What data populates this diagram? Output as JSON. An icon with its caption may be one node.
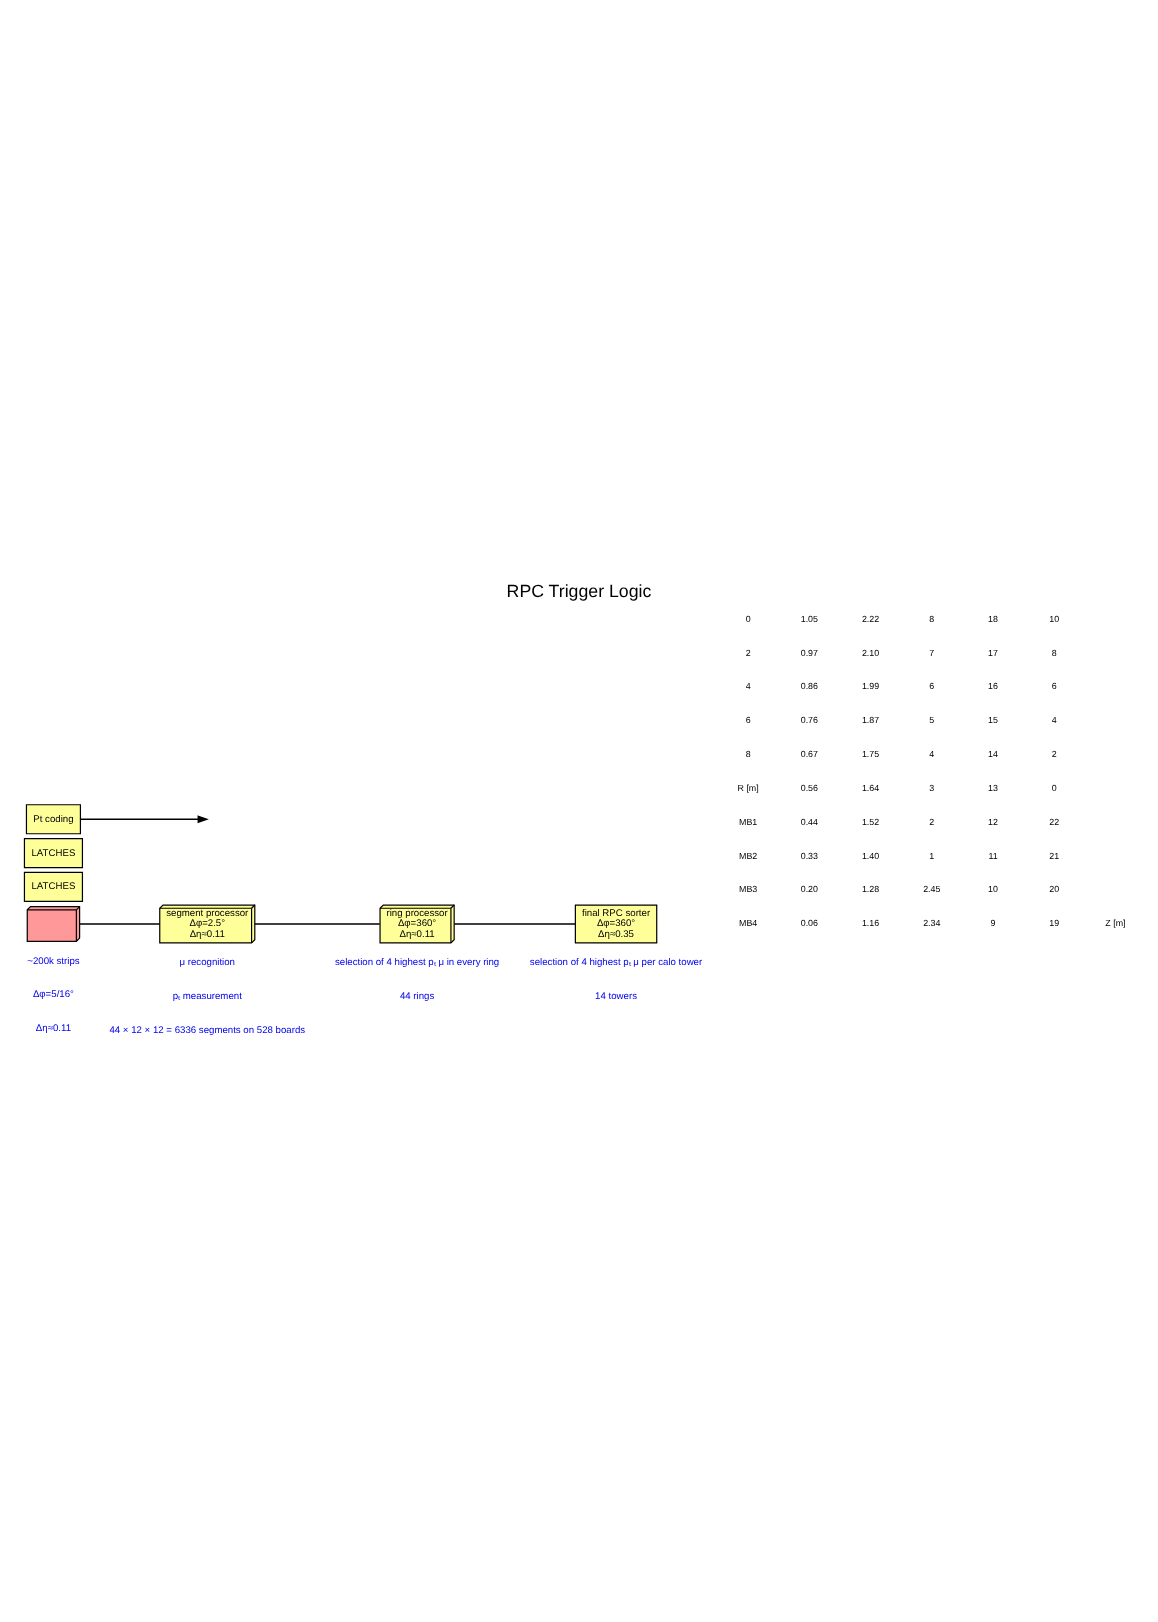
{
  "diagram": {
    "title": "RPC Trigger Logic",
    "nodes": [
      {
        "text": [],
        "shape": "picture",
        "beside": [
          "~200k strips",
          "Δφ=5/16°",
          "Δη≈0.11"
        ]
      },
      {
        "text": [
          "segment processor",
          "Δφ=2.5°",
          "Δη≈0.11"
        ],
        "beside": [
          "μ recognition",
          "pₜ measurement",
          "44 × 12 × 12 = 6336 segments on 528 boards"
        ]
      },
      {
        "text": [
          "ring processor",
          "Δφ=360°",
          "Δη≈0.11"
        ],
        "beside": [
          "selection of 4 highest pₜ μ in every ring",
          "44 rings"
        ]
      },
      {
        "text": [
          "final RPC sorter",
          "Δφ=360°",
          "Δη≈0.35"
        ],
        "beside": [
          "selection of 4 highest pₜ μ per calo tower",
          "14 towers"
        ]
      },
      {
        "text": [
          "LATCHES"
        ]
      },
      {
        "text": [
          "LATCHES"
        ]
      },
      {
        "text": [
          "Pt coding"
        ]
      }
    ],
    "edges": [
      {
        "from": 0,
        "to": 1,
        "arrow": "none"
      },
      {
        "from": 1,
        "to": 2,
        "arrow": "none"
      },
      {
        "from": 2,
        "to": 3,
        "arrow": "none"
      },
      {
        "from": 6,
        "to": null,
        "arrow": "to"
      }
    ],
    "labels": [
      "MB4",
      "MB3",
      "MB2",
      "MB1",
      "R [m]",
      "8",
      "6",
      "4",
      "2",
      "0",
      "0.06",
      "0.20",
      "0.33",
      "0.44",
      "0.56",
      "0.67",
      "0.76",
      "0.86",
      "0.97",
      "1.05",
      "1.16",
      "1.28",
      "1.40",
      "1.52",
      "1.64",
      "1.75",
      "1.87",
      "1.99",
      "2.10",
      "2.22",
      "2.34",
      "2.45",
      "1",
      "2",
      "3",
      "4",
      "5",
      "6",
      "7",
      "8",
      "9",
      "10",
      "11",
      "12",
      "13",
      "14",
      "15",
      "16",
      "17",
      "18",
      "19",
      "20",
      "21",
      "22",
      "0",
      "2",
      "4",
      "6",
      "8",
      "10",
      "Z [m]"
    ]
  }
}
